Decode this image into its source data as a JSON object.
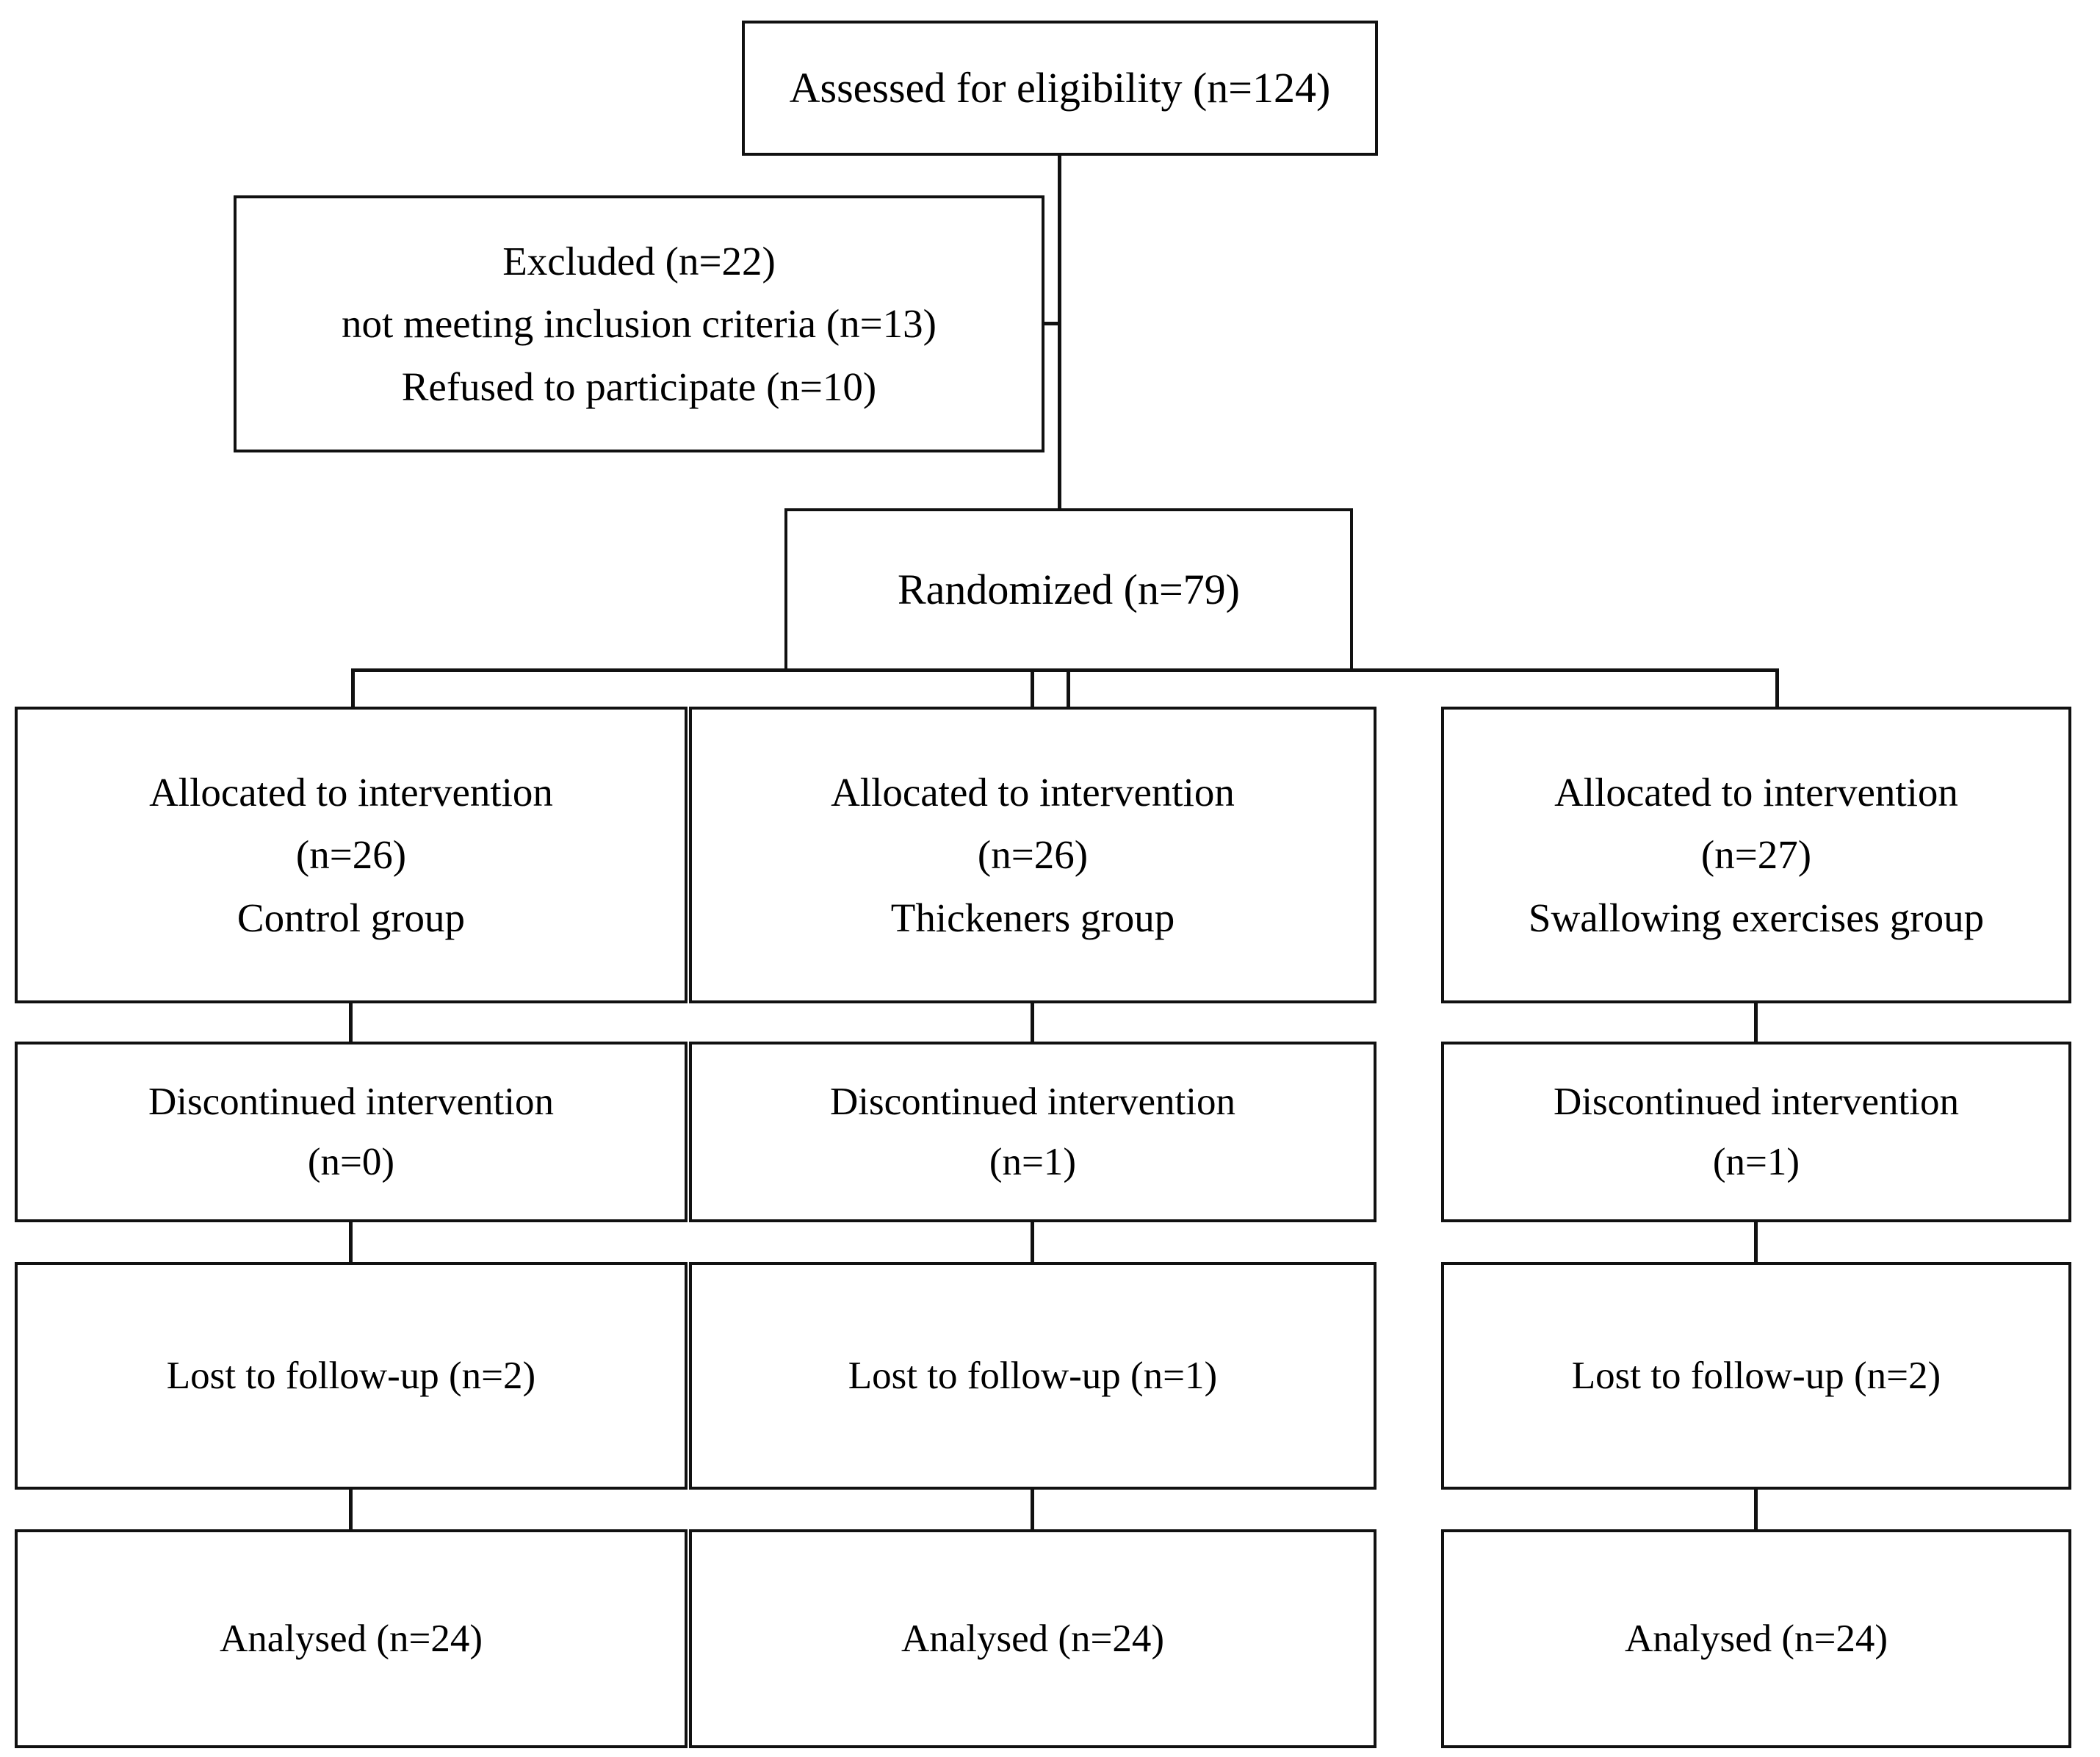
{
  "diagram": {
    "type": "consort-flow-diagram",
    "title": "CONSORT participant flow diagram",
    "nodes": {
      "assessed": {
        "id": "assessed-for-eligibility",
        "lines": [
          "Assessed for eligibility  (n=124)"
        ],
        "n": 124
      },
      "excluded": {
        "id": "excluded",
        "lines": [
          "Excluded (n=22)",
          "not meeting inclusion criteria  (n=13)",
          "Refused to participate (n=10)"
        ],
        "n": 22,
        "reasons": [
          {
            "label": "not meeting inclusion criteria",
            "n": 13
          },
          {
            "label": "Refused to participate",
            "n": 10
          }
        ]
      },
      "randomized": {
        "id": "randomized",
        "lines": [
          "Randomized (n=79)"
        ],
        "n": 79
      }
    },
    "arms": [
      {
        "id": "control-group",
        "allocation": {
          "line1": "Allocated to intervention",
          "line2": "(n=26)",
          "line3": "Control group",
          "n": 26
        },
        "discontinued": {
          "line1": "Discontinued intervention",
          "line2": "(n=0)",
          "n": 0
        },
        "lost": {
          "line1": "Lost to follow-up (n=2)",
          "n": 2
        },
        "analysed": {
          "line1": "Analysed (n=24)",
          "n": 24
        }
      },
      {
        "id": "thickeners-group",
        "allocation": {
          "line1": "Allocated to intervention",
          "line2": "(n=26)",
          "line3": "Thickeners group",
          "n": 26
        },
        "discontinued": {
          "line1": "Discontinued intervention",
          "line2": "(n=1)",
          "n": 1
        },
        "lost": {
          "line1": "Lost to follow-up (n=1)",
          "n": 1
        },
        "analysed": {
          "line1": "Analysed (n=24)",
          "n": 24
        }
      },
      {
        "id": "swallowing-exercises-group",
        "allocation": {
          "line1": "Allocated to intervention",
          "line2": "(n=27)",
          "line3": "Swallowing exercises group",
          "n": 27
        },
        "discontinued": {
          "line1": "Discontinued intervention",
          "line2": "(n=1)",
          "n": 1
        },
        "lost": {
          "line1": "Lost to follow-up (n=2)",
          "n": 2
        },
        "analysed": {
          "line1": "Analysed (n=24)",
          "n": 24
        }
      }
    ],
    "colors": {
      "stroke": "#111111",
      "fill": "#ffffff",
      "text": "#000000"
    }
  }
}
